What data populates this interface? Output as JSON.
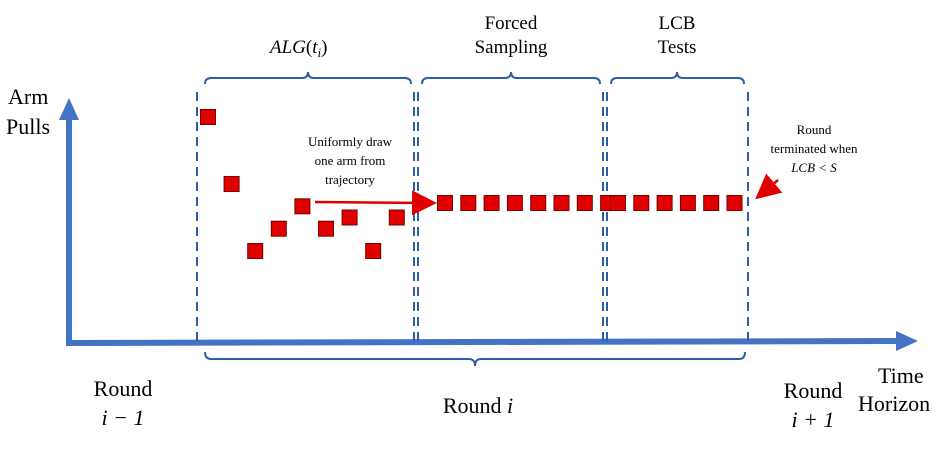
{
  "diagram": {
    "axis_y_label_line1": "Arm",
    "axis_y_label_line2": "Pulls",
    "axis_x_label_line1": "Time",
    "axis_x_label_line2": "Horizon",
    "phases": {
      "alg": "ALG",
      "alg_arg_open": "(",
      "alg_arg": "t",
      "alg_sub": "i",
      "alg_arg_close": ")",
      "forced_line1": "Forced",
      "forced_line2": "Sampling",
      "lcb_line1": "LCB",
      "lcb_line2": "Tests"
    },
    "annotations": {
      "draw_line1": "Uniformly draw",
      "draw_line2": "one arm from",
      "draw_line3": "trajectory",
      "term_line1": "Round",
      "term_line2": "terminated when",
      "term_line3": "LCB < S"
    },
    "rounds": {
      "prev_line1": "Round",
      "prev_line2": "i − 1",
      "current_word": "Round",
      "current_var": "i",
      "next_line1": "Round",
      "next_line2": "i + 1"
    },
    "colors": {
      "axis": "#4472C4",
      "box": "#2E5EAA",
      "marker": "#E00000",
      "marker_edge": "#7A0000",
      "arrow": "#E00000"
    },
    "alg_trajectory_pulls": [
      10,
      7,
      4,
      5,
      6,
      5,
      5.5,
      4,
      5.5
    ],
    "forced_sampling_count": 8,
    "lcb_count": 6
  }
}
